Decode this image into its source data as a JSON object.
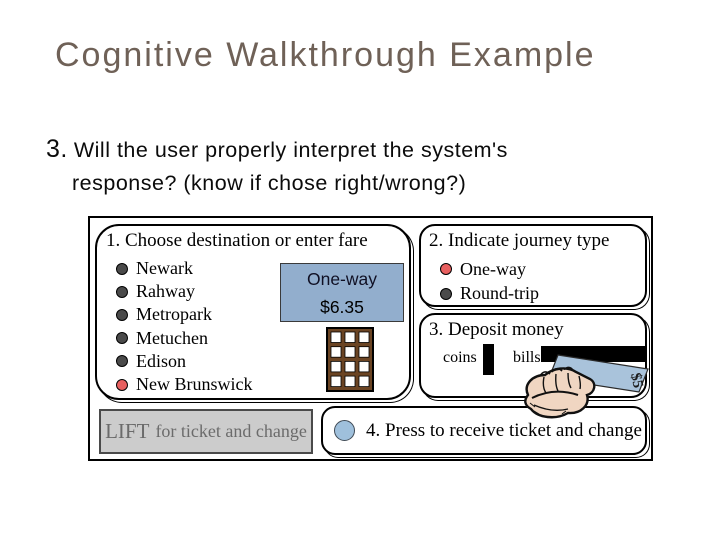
{
  "slide": {
    "title": "Cognitive Walkthrough Example",
    "question_number": "3.",
    "question_line1": "Will the user properly interpret the system's",
    "question_line2": "response? (know if chose right/wrong?)"
  },
  "machine": {
    "box1": {
      "title": "1. Choose destination or enter fare",
      "stations": [
        {
          "label": "Newark",
          "selected": false
        },
        {
          "label": "Rahway",
          "selected": false
        },
        {
          "label": "Metropark",
          "selected": false
        },
        {
          "label": "Metuchen",
          "selected": false
        },
        {
          "label": "Edison",
          "selected": false
        },
        {
          "label": "New Brunswick",
          "selected": true
        }
      ],
      "fare_display": {
        "journey_type": "One-way",
        "amount": "$6.35"
      }
    },
    "box2": {
      "title": "2. Indicate journey type",
      "options": [
        {
          "label": "One-way",
          "selected": true
        },
        {
          "label": "Round-trip",
          "selected": false
        }
      ]
    },
    "box3": {
      "title": "3. Deposit money",
      "coins_label": "coins",
      "bills_label": "bills",
      "bill_value": "$5"
    },
    "lift_button": {
      "strong": "LIFT",
      "rest": "for ticket and change"
    },
    "box4": {
      "title": "4. Press to receive ticket and change"
    }
  },
  "colors": {
    "title_text": "#6f6157",
    "fare_panel": "#92aecd",
    "press_button": "#9fc0dc",
    "keypad_brown": "#6b4423",
    "selected_bullet": "#e86060",
    "idle_bullet": "#4a4a4a",
    "lift_bg": "#cccccc",
    "lift_text": "#6b6b6b",
    "bill_blue": "#a9c3db"
  }
}
